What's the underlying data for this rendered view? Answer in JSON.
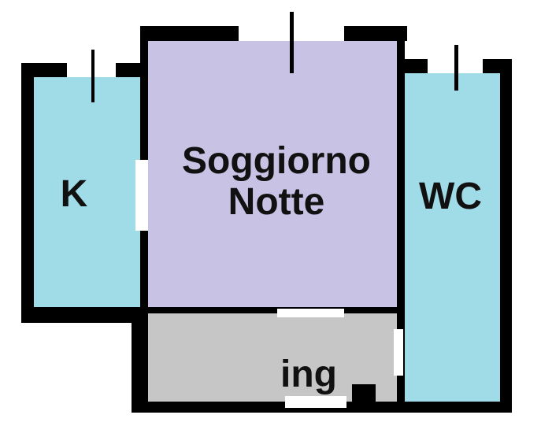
{
  "plan": {
    "rooms": {
      "kitchen": {
        "label": "K",
        "fill": "#a0dbe8"
      },
      "living": {
        "line1": "Soggiorno",
        "line2": "Notte",
        "fill": "#c8c2e4"
      },
      "wc": {
        "label": "WC",
        "fill": "#a0dbe8"
      },
      "entrance": {
        "label": "ing",
        "fill": "#c6c6c6"
      }
    },
    "colors": {
      "wall": "#000000",
      "background": "#ffffff",
      "opening": "#ffffff",
      "text": "#111111"
    }
  }
}
